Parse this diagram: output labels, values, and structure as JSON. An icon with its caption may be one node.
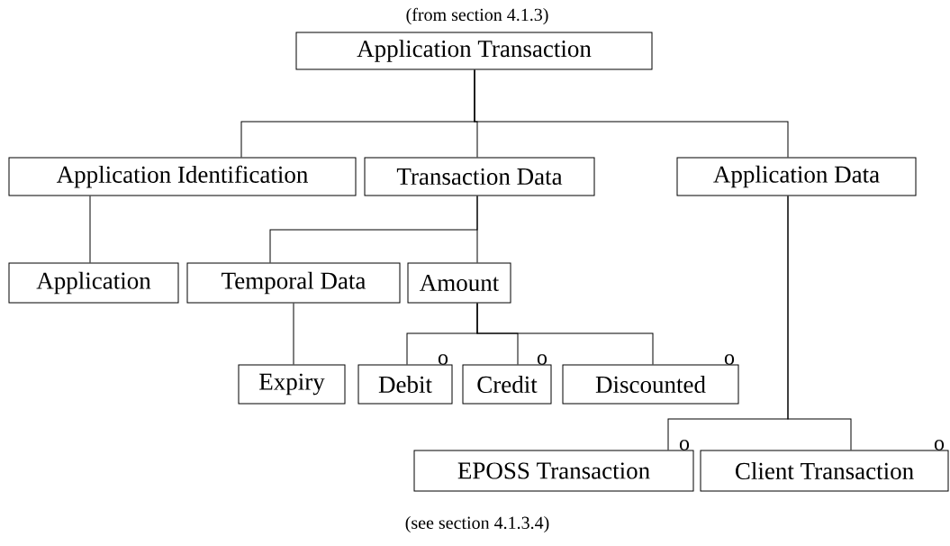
{
  "diagram": {
    "nodes": [
      {
        "text": [
          "Application Transaction"
        ]
      },
      {
        "text": [
          "Application Identification"
        ]
      },
      {
        "text": [
          "Transaction Data"
        ]
      },
      {
        "text": [
          "Application Data"
        ]
      },
      {
        "text": [
          "Application"
        ]
      },
      {
        "text": [
          "Temporal Data"
        ]
      },
      {
        "text": [
          "Amount"
        ]
      },
      {
        "text": [
          "Expiry"
        ]
      },
      {
        "text": [
          "Debit"
        ],
        "beside": [
          "o"
        ]
      },
      {
        "text": [
          "Credit"
        ],
        "beside": [
          "o"
        ]
      },
      {
        "text": [
          "Discounted"
        ],
        "beside": [
          "o"
        ]
      },
      {
        "text": [
          "EPOSS Transaction"
        ],
        "beside": [
          "o"
        ]
      },
      {
        "text": [
          "Client Transaction"
        ],
        "beside": [
          "o"
        ]
      }
    ],
    "edges": [
      {
        "from": 0,
        "to": 1,
        "arrow": "none"
      },
      {
        "from": 0,
        "to": 2,
        "arrow": "none"
      },
      {
        "from": 0,
        "to": 3,
        "arrow": "none"
      },
      {
        "from": 1,
        "to": 4,
        "arrow": "none"
      },
      {
        "from": 2,
        "to": 5,
        "arrow": "none"
      },
      {
        "from": 2,
        "to": 6,
        "arrow": "none"
      },
      {
        "from": 5,
        "to": 7,
        "arrow": "none"
      },
      {
        "from": 6,
        "to": 8,
        "arrow": "none"
      },
      {
        "from": 6,
        "to": 9,
        "arrow": "none"
      },
      {
        "from": 6,
        "to": 10,
        "arrow": "none"
      },
      {
        "from": 3,
        "to": 11,
        "arrow": "none"
      },
      {
        "from": 3,
        "to": 12,
        "arrow": "none"
      }
    ],
    "labels": [
      "(from section 4.1.3)",
      "(see section 4.1.3.4)"
    ]
  }
}
